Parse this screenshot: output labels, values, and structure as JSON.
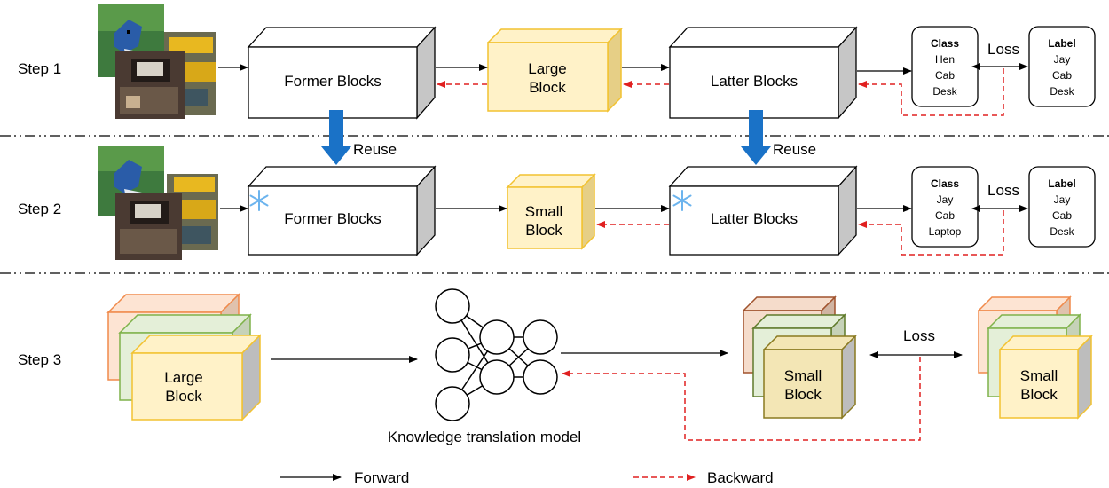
{
  "steps": {
    "step1": "Step 1",
    "step2": "Step 2",
    "step3": "Step 3"
  },
  "blocks": {
    "former": "Former Blocks",
    "latter": "Latter Blocks",
    "large_line1": "Large",
    "large_line2": "Block",
    "small_line1": "Small",
    "small_line2": "Block"
  },
  "reuse": "Reuse",
  "loss": "Loss",
  "step1_class": {
    "title": "Class",
    "items": [
      "Hen",
      "Cab",
      "Desk"
    ]
  },
  "step1_label": {
    "title": "Label",
    "items": [
      "Jay",
      "Cab",
      "Desk"
    ]
  },
  "step2_class": {
    "title": "Class",
    "items": [
      "Jay",
      "Cab",
      "Laptop"
    ]
  },
  "step2_label": {
    "title": "Label",
    "items": [
      "Jay",
      "Cab",
      "Desk"
    ]
  },
  "translation_model": "Knowledge translation model",
  "legend": {
    "forward": "Forward",
    "backward": "Backward"
  },
  "images_note": [
    "jay bird photo",
    "yellow taxi cabs photo",
    "desk photo"
  ],
  "icons": {
    "frozen": "snowflake-icon",
    "reuse": "down-arrow-icon"
  },
  "colors": {
    "large_fill": "#fff2c8",
    "large_stroke": "#f2c230",
    "orange_stroke": "#f08a4b",
    "green_stroke": "#7fb24a",
    "brown_stroke": "#a0522d",
    "olive_stroke": "#8a7a20",
    "reuse_arrow": "#1a72c7",
    "backward": "#e02020",
    "snowflake": "#6cb4ee"
  }
}
